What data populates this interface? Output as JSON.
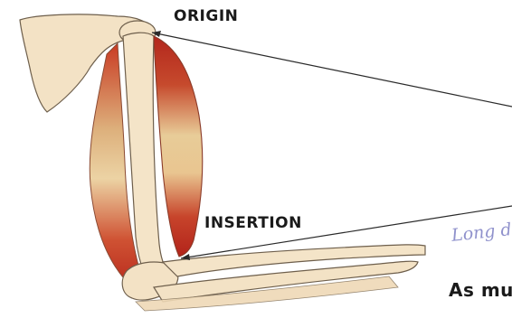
{
  "labels": {
    "origin": "ORIGIN",
    "insertion": "INSERTION",
    "caption": "As mu"
  },
  "handwriting": {
    "note": "Long distance moves"
  },
  "colors": {
    "bone": "#f3e2c5",
    "bone_outline": "#6e5f4c",
    "muscle_red": "#c0281b",
    "muscle_light": "#ead4a2",
    "line": "#2a2a2a",
    "handwriting": "#7d7fc4"
  }
}
